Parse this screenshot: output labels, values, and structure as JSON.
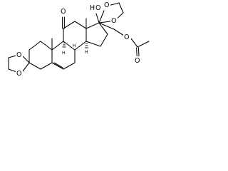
{
  "diagram": {
    "type": "chemical-structure",
    "atom_labels": {
      "o_ketone": "O",
      "oh_o": "O",
      "oh_h": "H",
      "o_dioxolane_top_left": "O",
      "o_dioxolane_top_right": "O",
      "o_dioxolane_bottom_top": "O",
      "o_dioxolane_bottom_bottom": "O",
      "o_ester": "O",
      "o_carbonyl": "O",
      "h_ring_c8": "H",
      "h_ring_c9": "H",
      "h_ring_c14": "H"
    }
  }
}
